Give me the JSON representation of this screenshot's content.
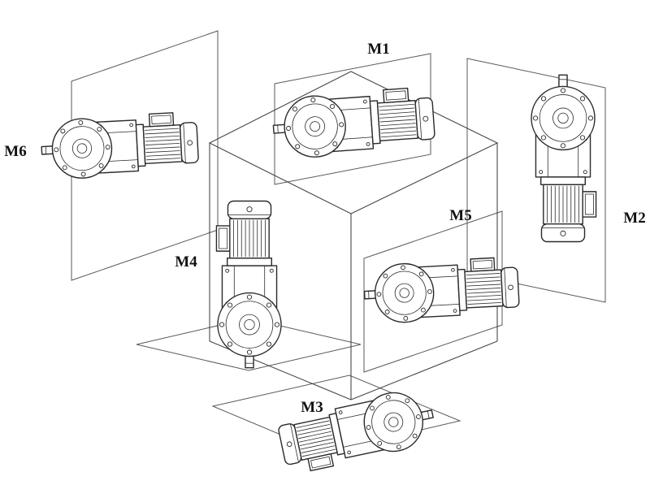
{
  "diagram": {
    "labels": {
      "m1": "M1",
      "m2": "M2",
      "m3": "M3",
      "m4": "M4",
      "m5": "M5",
      "m6": "M6"
    }
  },
  "colors": {
    "line": "#2a2a2a",
    "plane_line": "#5a5a5a",
    "background": "#ffffff",
    "label": "#111111"
  }
}
